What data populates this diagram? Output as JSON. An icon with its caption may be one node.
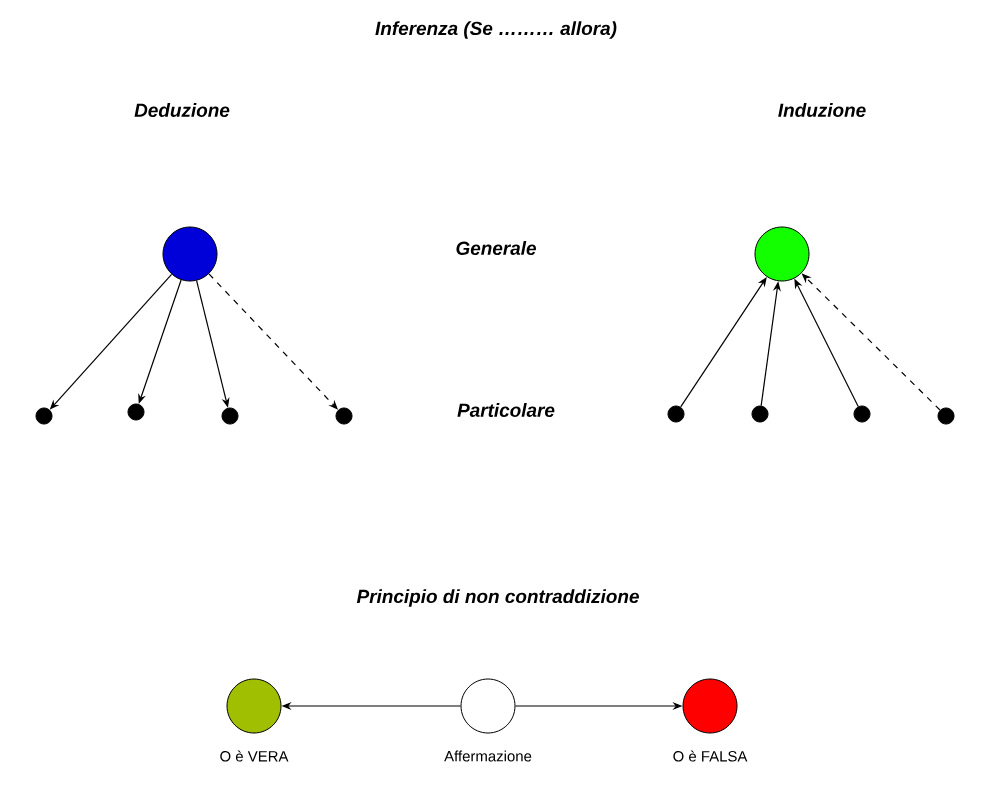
{
  "diagram": {
    "title": "Inferenza (Se ……… allora)",
    "nodes": [
      {
        "text": [],
        "shape": "circle"
      },
      {
        "text": [],
        "shape": "circle"
      },
      {
        "text": [],
        "shape": "circle"
      },
      {
        "text": [],
        "shape": "circle"
      },
      {
        "text": [],
        "shape": "circle"
      },
      {
        "text": [],
        "shape": "circle"
      },
      {
        "text": [],
        "shape": "circle"
      },
      {
        "text": [],
        "shape": "circle"
      },
      {
        "text": [],
        "shape": "circle"
      },
      {
        "text": [],
        "shape": "circle"
      },
      {
        "text": [],
        "shape": "circle",
        "beside": [
          "O è VERA"
        ]
      },
      {
        "text": [],
        "shape": "circle",
        "beside": [
          "Affermazione"
        ]
      },
      {
        "text": [],
        "shape": "circle",
        "beside": [
          "O è FALSA"
        ]
      }
    ],
    "edges": [
      {
        "from": 0,
        "to": 1,
        "arrow": "to"
      },
      {
        "from": 0,
        "to": 2,
        "arrow": "to"
      },
      {
        "from": 0,
        "to": 3,
        "arrow": "to"
      },
      {
        "from": 0,
        "to": 4,
        "arrow": "to",
        "style": "dashed"
      },
      {
        "from": 6,
        "to": 5,
        "arrow": "to"
      },
      {
        "from": 7,
        "to": 5,
        "arrow": "to"
      },
      {
        "from": 8,
        "to": 5,
        "arrow": "to"
      },
      {
        "from": 9,
        "to": 5,
        "arrow": "to",
        "style": "dashed"
      },
      {
        "from": 11,
        "to": 10,
        "arrow": "to"
      },
      {
        "from": 11,
        "to": 12,
        "arrow": "to"
      }
    ],
    "labels": [
      "Deduzione",
      "Induzione",
      "Generale",
      "Particolare",
      "Principio di non contraddizione"
    ]
  }
}
